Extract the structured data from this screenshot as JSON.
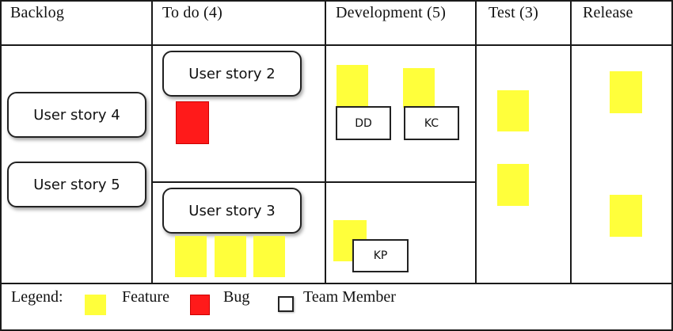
{
  "columns": [
    {
      "id": "backlog",
      "label": "Backlog"
    },
    {
      "id": "todo",
      "label": "To do (4)"
    },
    {
      "id": "development",
      "label": "Development (5)"
    },
    {
      "id": "test",
      "label": "Test (3)"
    },
    {
      "id": "release",
      "label": "Release"
    }
  ],
  "stories": {
    "backlog": [
      "User story 4",
      "User story 5"
    ],
    "todo": [
      "User story 2",
      "User story 3"
    ]
  },
  "team_members": [
    "DD",
    "KC",
    "KP"
  ],
  "legend": {
    "title": "Legend:",
    "feature": "Feature",
    "bug": "Bug",
    "member": "Team Member"
  },
  "colors": {
    "feature": "#ffff3b",
    "bug": "#ff1a1a",
    "border": "#1a1a1a"
  }
}
